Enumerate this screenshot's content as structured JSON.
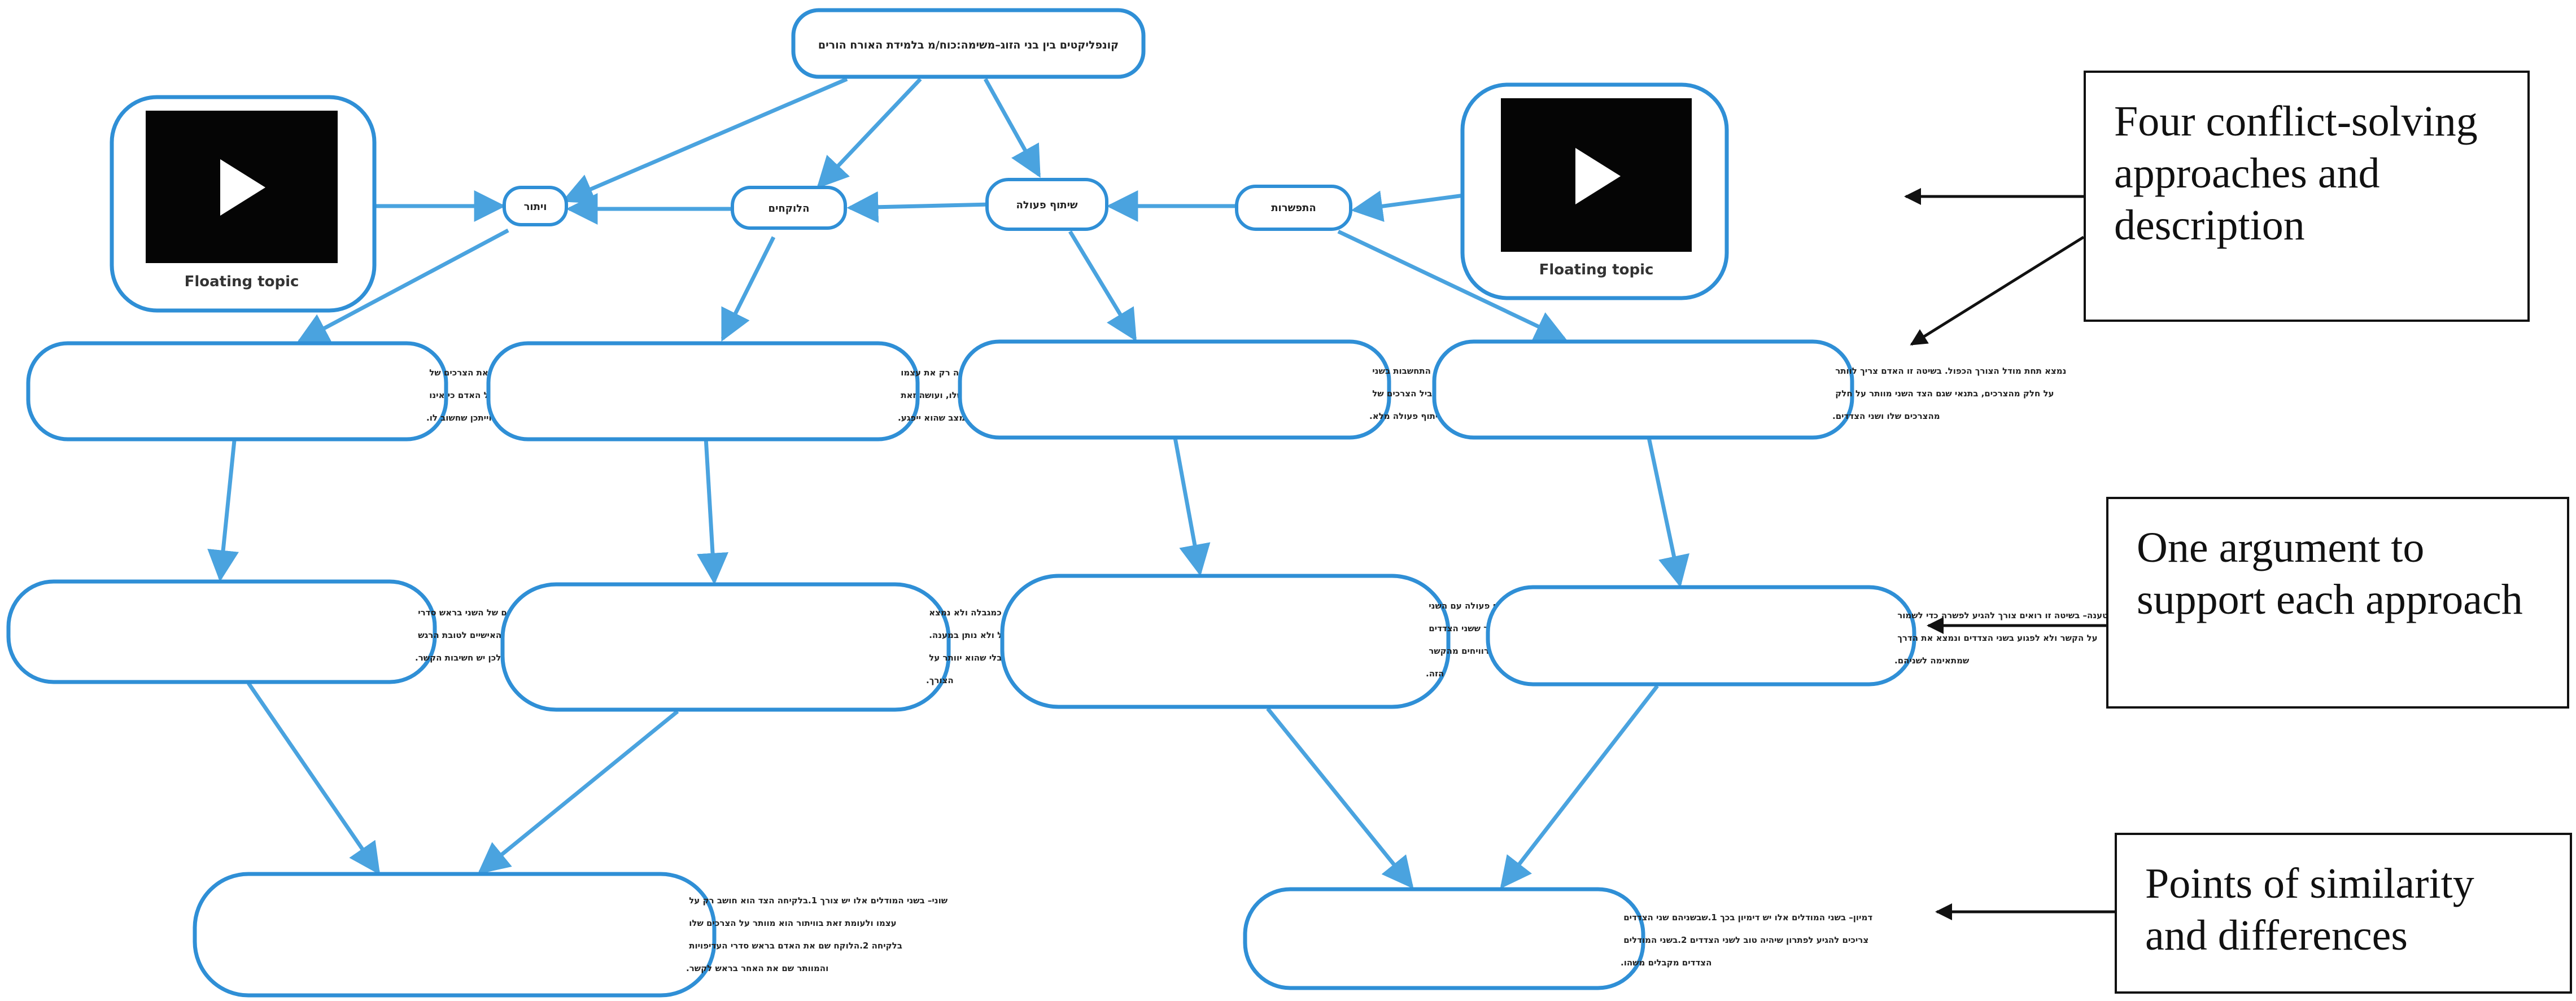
{
  "colors": {
    "line": "#4aa3df",
    "node_border": "#2f8fd6",
    "text": "#222222",
    "annotation_border": "#111111"
  },
  "diagram": {
    "root": {
      "text": "קונפליקטים בין בני הזוג–משימה:כוח/מ בלמידת האורח הורים"
    },
    "approaches": [
      {
        "id": "a1",
        "label": "ויתור"
      },
      {
        "id": "a2",
        "label": "הלוקחים"
      },
      {
        "id": "a3",
        "label": "שיתוף פעולה"
      },
      {
        "id": "a4",
        "label": "התפשרות"
      }
    ],
    "floating_topics": [
      {
        "id": "f1",
        "label": "Floating topic",
        "icon": "video-play-icon"
      },
      {
        "id": "f2",
        "label": "Floating topic",
        "icon": "video-play-icon"
      }
    ],
    "descriptions": [
      {
        "id": "d1",
        "lines": [
          "נמצא תחת מודל הצורך הכפול. בשיטה זו האדם שם את הצרכים של",
          "האחר בראש סדרי העדיפויות שלו, מראה על האדם כי אינו",
          "אנוכי וייתכן שחשוב לו."
        ]
      },
      {
        "id": "d2",
        "lines": [
          "נמצא תחת מודל לתת–לקחת. בשיטה זו האדם רואה רק את עצמו",
          "וכל מה שהוא רוצה לקחת את הצרכים שלו, ועושה זאת",
          "על חשבון האחר ויש מצב שהוא ייפגע."
        ]
      },
      {
        "id": "d3",
        "lines": [
          "נמצא תחת מודל הצורך הכפול. בשיטה זו יש גם התחשבות בשני",
          "הצדדים, וגם הבנת הצורך של האחר ובמקביל הצרכים של",
          "שני הצדדים ובזה זה שיתוף פעולה מלא."
        ]
      },
      {
        "id": "d4",
        "lines": [
          "נמצא תחת מודל הצורך הכפול. בשיטה זו האדם צריך לוותר",
          "על חלק מהצרכים, בתנאי שגם הצד השני מוותר על חלק",
          "מהצרכים שלו ושני הצדדים."
        ]
      }
    ],
    "arguments": [
      {
        "id": "g1",
        "lines": [
          "הטענה– בשיטה זו רואים את צרכים של השני בראש סדרי",
          "העדיפויות, ויתור על הצרכים האישיים לטובת הרגש",
          "לכן יש חשיבות הקשר."
        ]
      },
      {
        "id": "g2",
        "lines": [
          "הטענה– בשיטה זו נראה את הצורך כמגבלה ולא נמצא",
          "לחשוב על הצד של השני שמוביל שהוא מוגבל ולא נותן במענה.",
          "זה נכון לצורך רק את הצרכים שלו בלי שהוא יוותר על",
          "הצורך."
        ]
      },
      {
        "id": "g3",
        "lines": [
          "הטענה– בשיטה זו רואים את הצרכים לשתף פעולה עם השני",
          "כדי להגיע לפתרון הטוב ביותר שעונה על כך ששני הצדדים",
          "יקבלו את מה שהם צריכים ושניהם מרוויחים מהקשר",
          "הזה."
        ]
      },
      {
        "id": "g4",
        "lines": [
          "הטענה– בשיטה זו רואים צורך להגיע לפשרה כדי לשמור",
          "על הקשר ולא לפגוע בשני הצדדים ונמצא את הדרך",
          "שמתאימה לשניהם."
        ]
      }
    ],
    "comparisons": [
      {
        "id": "c1",
        "lines": [
          "שוני– בשני המודלים אלו יש צורך 1.בלקיחה הצד הוא חושב רק על",
          "עצמו ולעומת זאת בוויתור הוא מוותר על הצרכים שלו",
          "בלקיחה 2.הלוקח שם את האדם בראש סדרי העדיפויות",
          "והמוותר שם את האחר בראש לקשר."
        ]
      },
      {
        "id": "c2",
        "lines": [
          "דמיון– בשני המודלים אלו יש דימיון בכך 1.שבשניהם שני הצדדים",
          "צריכים להגיע לפתרון שיהיה טוב לשני הצדדים 2.בשני המודלים",
          "הצדדים מקבלים משהו."
        ]
      }
    ]
  },
  "annotations": [
    {
      "id": "n1",
      "text": "Four conflict-solving approaches and description"
    },
    {
      "id": "n2",
      "text": "One argument to support each approach"
    },
    {
      "id": "n3",
      "text": "Points of similarity and differences"
    }
  ]
}
